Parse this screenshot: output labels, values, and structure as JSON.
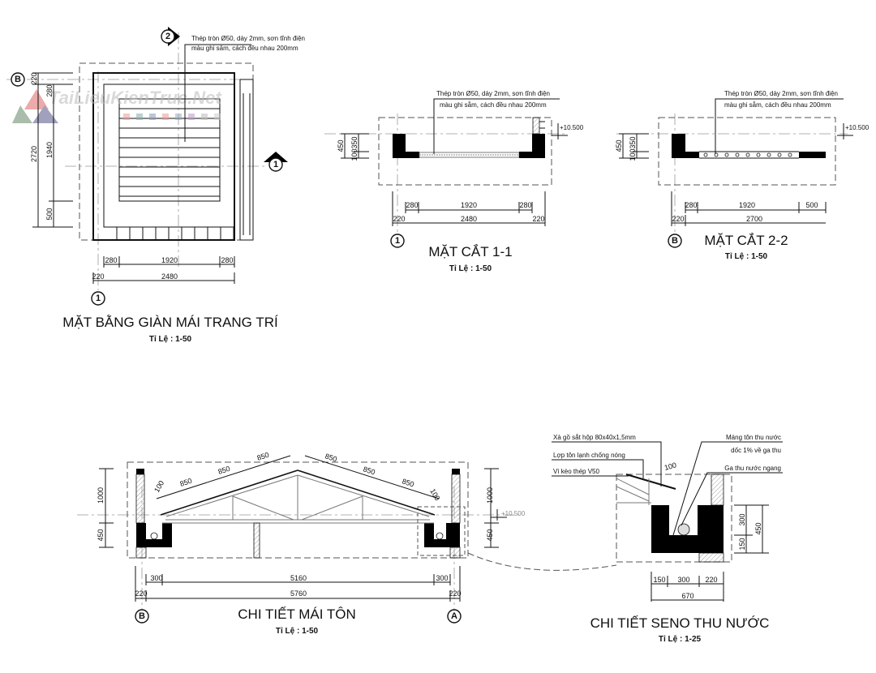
{
  "watermark": "TaiLieuKienTruc.Net",
  "plan": {
    "title": "MẶT BẰNG GIÀN MÁI TRANG TRÍ",
    "scale": "Tỉ Lệ : 1-50",
    "note_line1": "Thép tròn Ø50, dày 2mm, sơn tĩnh điện",
    "note_line2": "màu ghi sẫm, cách đều nhau 200mm",
    "section_marker_2": "2",
    "section_marker_1": "1",
    "grid_b": "B",
    "grid_1": "1",
    "dims_vertical": [
      "220",
      "280",
      "2720",
      "1940",
      "500"
    ],
    "dims_row1": [
      "280",
      "1920",
      "280"
    ],
    "dims_row2": [
      "220",
      "2480"
    ]
  },
  "section11": {
    "title": "MẶT CẮT 1-1",
    "scale": "Tỉ Lệ : 1-50",
    "note_line1": "Thép tròn Ø50, dày 2mm, sơn tĩnh điện",
    "note_line2": "màu ghi sẫm, cách đều nhau 200mm",
    "level": "+10.500",
    "grid": "1",
    "dims_vertical": [
      "450",
      "100",
      "350"
    ],
    "dims_row1": [
      "280",
      "1920",
      "280"
    ],
    "dims_row2": [
      "220",
      "2480",
      "220"
    ]
  },
  "section22": {
    "title": "MẶT CẮT 2-2",
    "scale": "Tỉ Lệ : 1-50",
    "note_line1": "Thép tròn Ø50, dày 2mm, sơn tĩnh điện",
    "note_line2": "màu ghi sẫm, cách đều nhau 200mm",
    "level": "+10.500",
    "grid": "B",
    "dims_vertical": [
      "450",
      "100",
      "350"
    ],
    "dims_row1": [
      "280",
      "1920",
      "500"
    ],
    "dims_row2": [
      "220",
      "2700"
    ]
  },
  "roof": {
    "title": "CHI TIẾT MÁI TÔN",
    "scale": "Tỉ Lệ : 1-50",
    "level": "+10.500",
    "grid_left": "B",
    "grid_right": "A",
    "dims_left": [
      "1000",
      "450"
    ],
    "dims_right": [
      "1000",
      "450"
    ],
    "slope_left": [
      "100",
      "850",
      "850",
      "850"
    ],
    "slope_right": [
      "850",
      "850",
      "850",
      "100"
    ],
    "dims_row1": [
      "300",
      "5160",
      "300"
    ],
    "dims_row2": [
      "220",
      "5760",
      "220"
    ]
  },
  "seno": {
    "title": "CHI TIẾT SENO THU NƯỚC",
    "scale": "Tỉ Lệ : 1-25",
    "label_purlin": "Xà gồ sắt hộp 80x40x1,5mm",
    "label_roofing": "Lợp tôn lạnh chống nóng",
    "label_truss": "Vì kèo thép V50",
    "label_gutter1": "Máng tôn thu nước",
    "label_gutter2": "dốc 1% về ga thu",
    "label_drain": "Ga thu nước ngang",
    "dim_100": "100",
    "dims_right": [
      "300",
      "150",
      "450"
    ],
    "dims_row1": [
      "150",
      "300",
      "220"
    ],
    "dims_row2": [
      "670"
    ]
  }
}
